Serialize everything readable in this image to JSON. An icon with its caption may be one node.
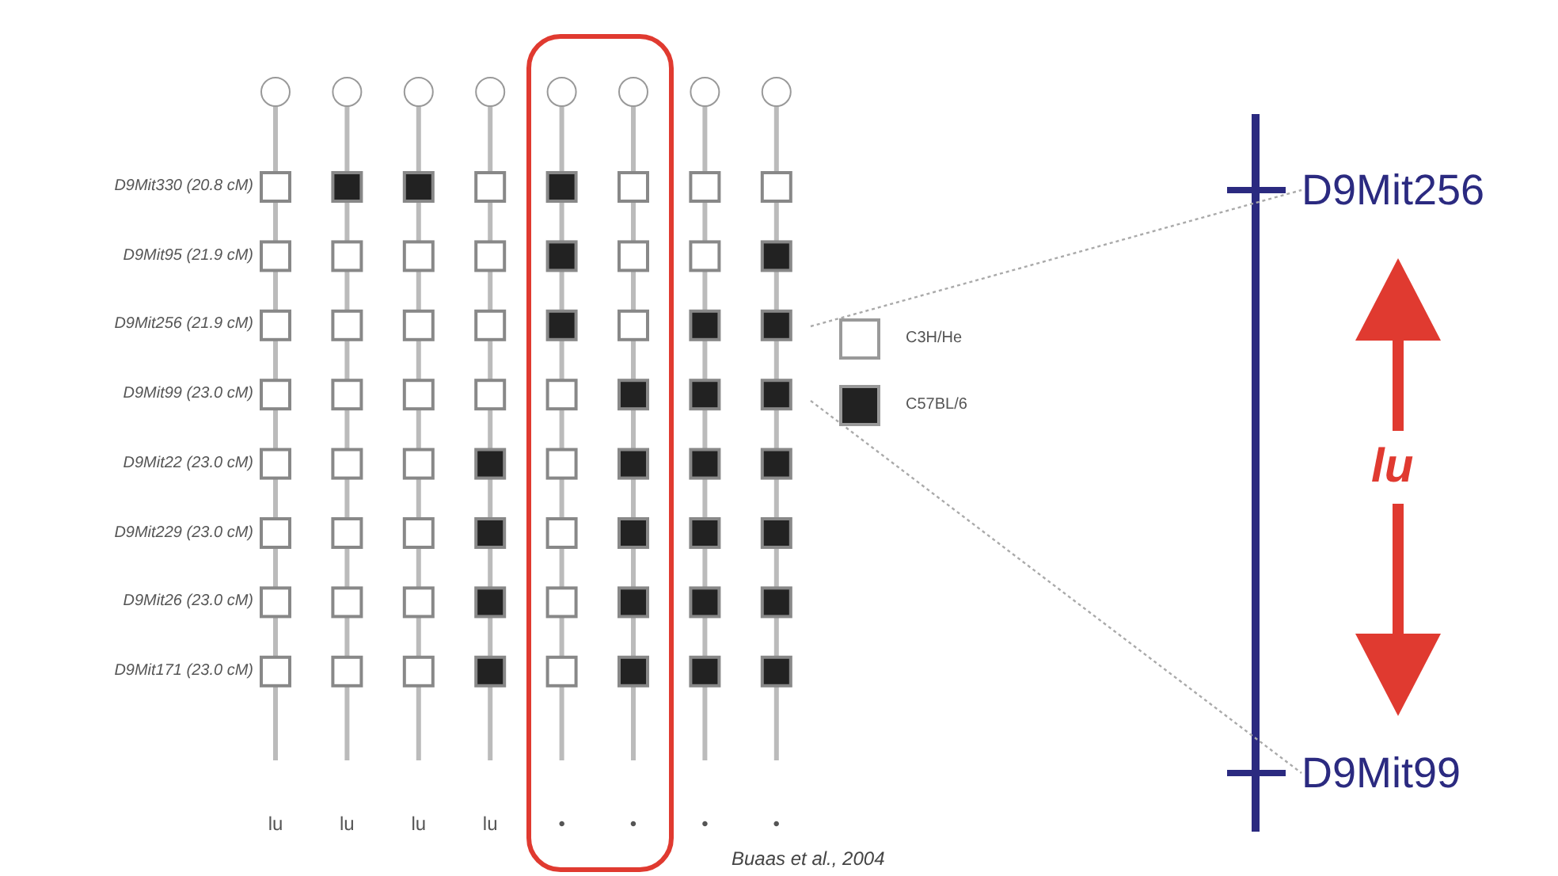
{
  "diagram": {
    "nodes": [
      {
        "text": [
          "D9Mit256"
        ]
      },
      {
        "text": [
          "D9Mit99"
        ]
      }
    ],
    "edges": [
      {
        "from": null,
        "to": 0,
        "arrow": "none",
        "style": "dashed"
      },
      {
        "from": null,
        "to": 1,
        "arrow": "none",
        "style": "dashed"
      }
    ],
    "labels": [
      "D9Mit330 (20.8 cM)",
      "D9Mit95 (21.9 cM)",
      "D9Mit256 (21.9 cM)",
      "D9Mit99 (23.0 cM)",
      "D9Mit22 (23.0 cM)",
      "D9Mit229 (23.0 cM)",
      "D9Mit26 (23.0 cM)",
      "D9Mit171 (23.0 cM)",
      "lu",
      "lu",
      "lu",
      "lu",
      "•",
      "•",
      "•",
      "•",
      "Buaas et al., 2004",
      "lu"
    ],
    "legend": [
      {
        "text": "C3H/He",
        "color": "#ffffff"
      },
      {
        "text": "C57BL/6",
        "color": "#222222"
      }
    ]
  }
}
